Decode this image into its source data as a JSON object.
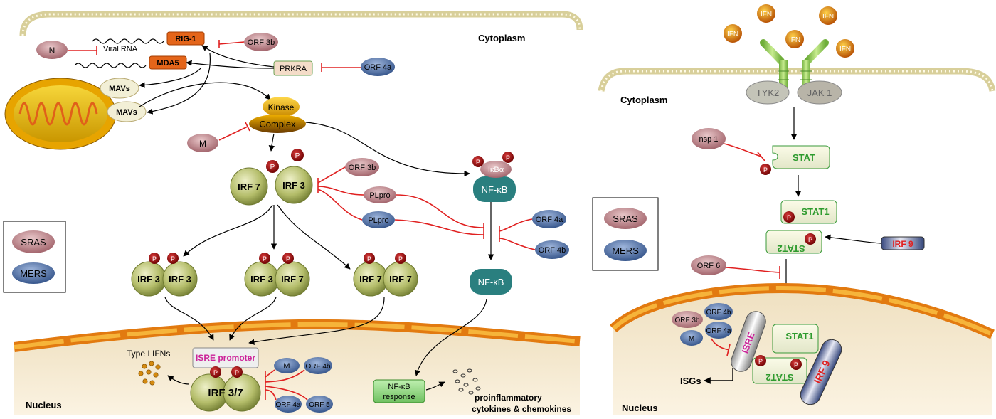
{
  "left_panel": {
    "cytoplasm_label": "Cytoplasm",
    "nucleus_label": "Nucleus",
    "viral_rna": "Viral RNA",
    "n": "N",
    "rig1": "RIG-1",
    "mda5": "MDA5",
    "prkra": "PRKRA",
    "orf3b_top": "ORF 3b",
    "orf4a_top": "ORF 4a",
    "mavs_1": "MAVs",
    "mavs_2": "MAVs",
    "kinase": "Kinase",
    "complex": "Complex",
    "m": "M",
    "irf7": "IRF 7",
    "irf3": "IRF 3",
    "p": "P",
    "orf3b_mid": "ORF 3b",
    "plpro_sars": "PLpro",
    "plpro_mers": "PLpro",
    "ikba": "IκBα",
    "nfkb_top": "NF-κB",
    "orf4a_mid": "ORF 4a",
    "orf4b_mid": "ORF 4b",
    "nfkb_mid": "NF-κB",
    "dimer_1_a": "IRF 3",
    "dimer_1_b": "IRF 3",
    "dimer_2_a": "IRF 3",
    "dimer_2_b": "IRF 7",
    "dimer_3_a": "IRF 7",
    "dimer_3_b": "IRF 7",
    "type1_ifns": "Type I IFNs",
    "isre_promoter": "ISRE promoter",
    "irf37": "IRF 3/7",
    "m_nuc": "M",
    "orf4b_nuc": "ORF 4b",
    "orf4a_nuc": "ORF 4a",
    "orf5_nuc": "ORF 5",
    "nfkb_response_1": "NF-κB",
    "nfkb_response_2": "response",
    "proinflam_1": "proinflammatory",
    "proinflam_2": "cytokines & chemokines",
    "legend_sras": "SRAS",
    "legend_mers": "MERS"
  },
  "right_panel": {
    "ifn": "IFN",
    "cytoplasm_label": "Cytoplasm",
    "tyk2": "TYK2",
    "jak1": "JAK 1",
    "nsp1": "nsp 1",
    "stat": "STAT",
    "p": "P",
    "stat1": "STAT1",
    "stat2": "STAT2",
    "irf9": "IRF 9",
    "orf6": "ORF 6",
    "legend_sras": "SRAS",
    "legend_mers": "MERS",
    "orf3b": "ORF 3b",
    "orf4b": "ORF 4b",
    "orf4a": "ORF 4a",
    "m": "M",
    "isre": "ISRE",
    "stat1_nuc": "STAT1",
    "stat2_nuc": "STAT2",
    "irf9_nuc": "IRF 9",
    "isgs": "ISGs",
    "nucleus_label": "Nucleus"
  },
  "colors": {
    "sars": "#b87a80",
    "mers": "#4a6fa8",
    "inhibition": "#e02020",
    "stat_green": "#2e9b2e",
    "irf_olive": "#8f9a4a",
    "nfkb_teal": "#2a7f7f",
    "phospho": "#8b0000"
  }
}
